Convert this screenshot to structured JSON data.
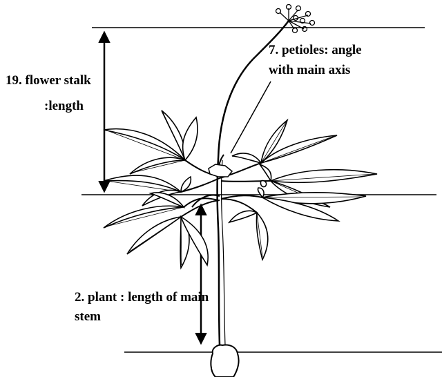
{
  "annotations": {
    "flower_stalk": {
      "line1": "19. flower stalk",
      "line2": ":length"
    },
    "petioles": {
      "line1": "7. petioles: angle",
      "line2": "with main axis"
    },
    "plant_length": {
      "line1": "2. plant : length of main",
      "line2": "stem"
    }
  },
  "colors": {
    "ink": "#000000",
    "background": "#ffffff"
  }
}
